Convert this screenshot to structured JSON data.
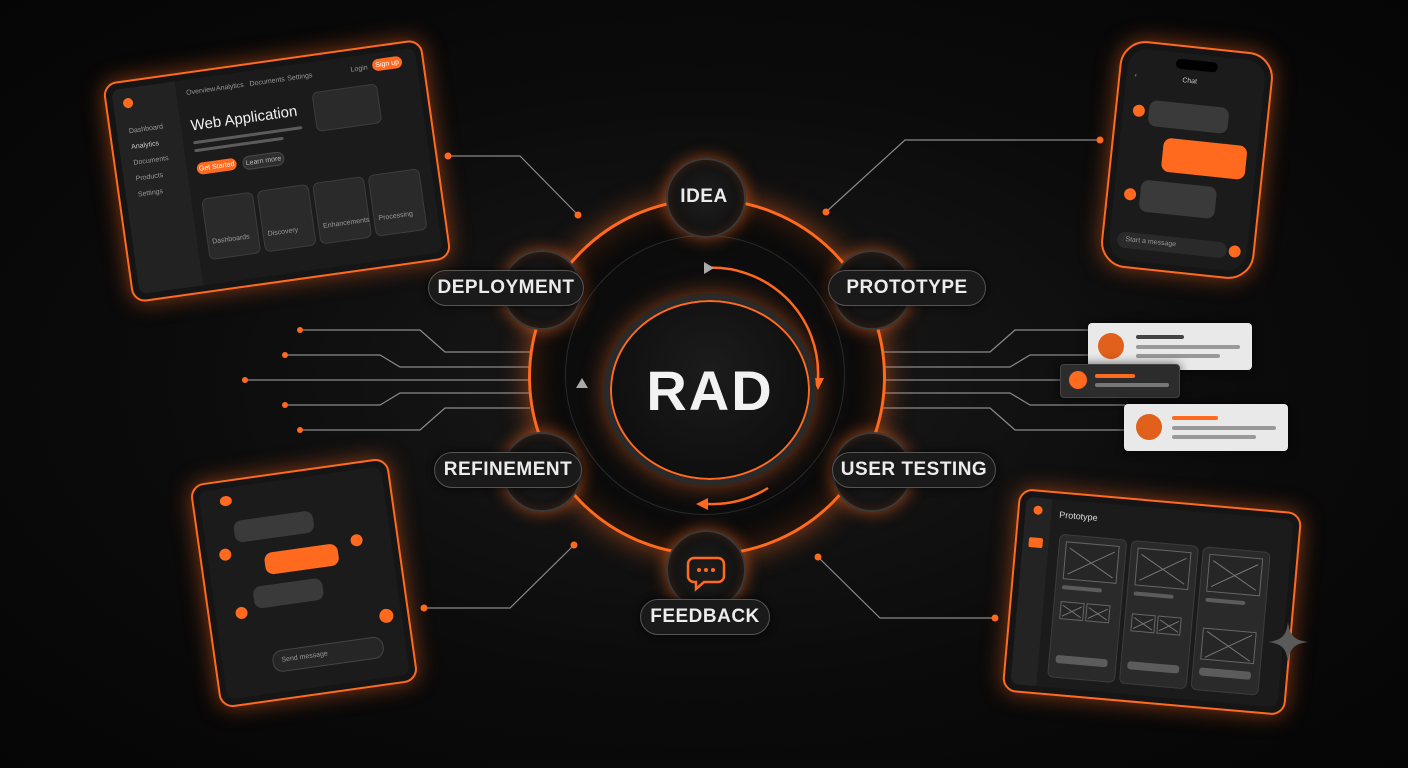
{
  "center": {
    "title": "RAD"
  },
  "stages": [
    {
      "id": "idea",
      "label": "IDEA"
    },
    {
      "id": "prototype",
      "label": "PROTOTYPE"
    },
    {
      "id": "user_testing",
      "label": "USER TESTING"
    },
    {
      "id": "feedback",
      "label": "FEEDBACK"
    },
    {
      "id": "refinement",
      "label": "REFINEMENT"
    },
    {
      "id": "deployment",
      "label": "DEPLOYMENT"
    }
  ],
  "web_app": {
    "title": "Web Application",
    "login": "Login",
    "signup": "Sign up",
    "nav": [
      "Overview",
      "Analytics",
      "Documents",
      "Settings"
    ],
    "sidebar": [
      "Dashboard",
      "Analytics",
      "Documents",
      "Products",
      "Settings"
    ],
    "primary_btn": "Get Started",
    "secondary_btn": "Learn more",
    "cards": [
      "Dashboards",
      "Discovery",
      "Enhancements",
      "Processing"
    ]
  },
  "phone": {
    "header": "Chat",
    "input_placeholder": "Start a message"
  },
  "tablet_chat": {
    "input_placeholder": "Send message"
  },
  "tablet_proto": {
    "title": "Prototype"
  },
  "colors": {
    "accent": "#ff6a1f",
    "background": "#0b0b0b",
    "pill": "#1a1a1a"
  },
  "icons": {
    "feedback": "chat-bubble-icon",
    "decor": "sparkle-icon"
  }
}
